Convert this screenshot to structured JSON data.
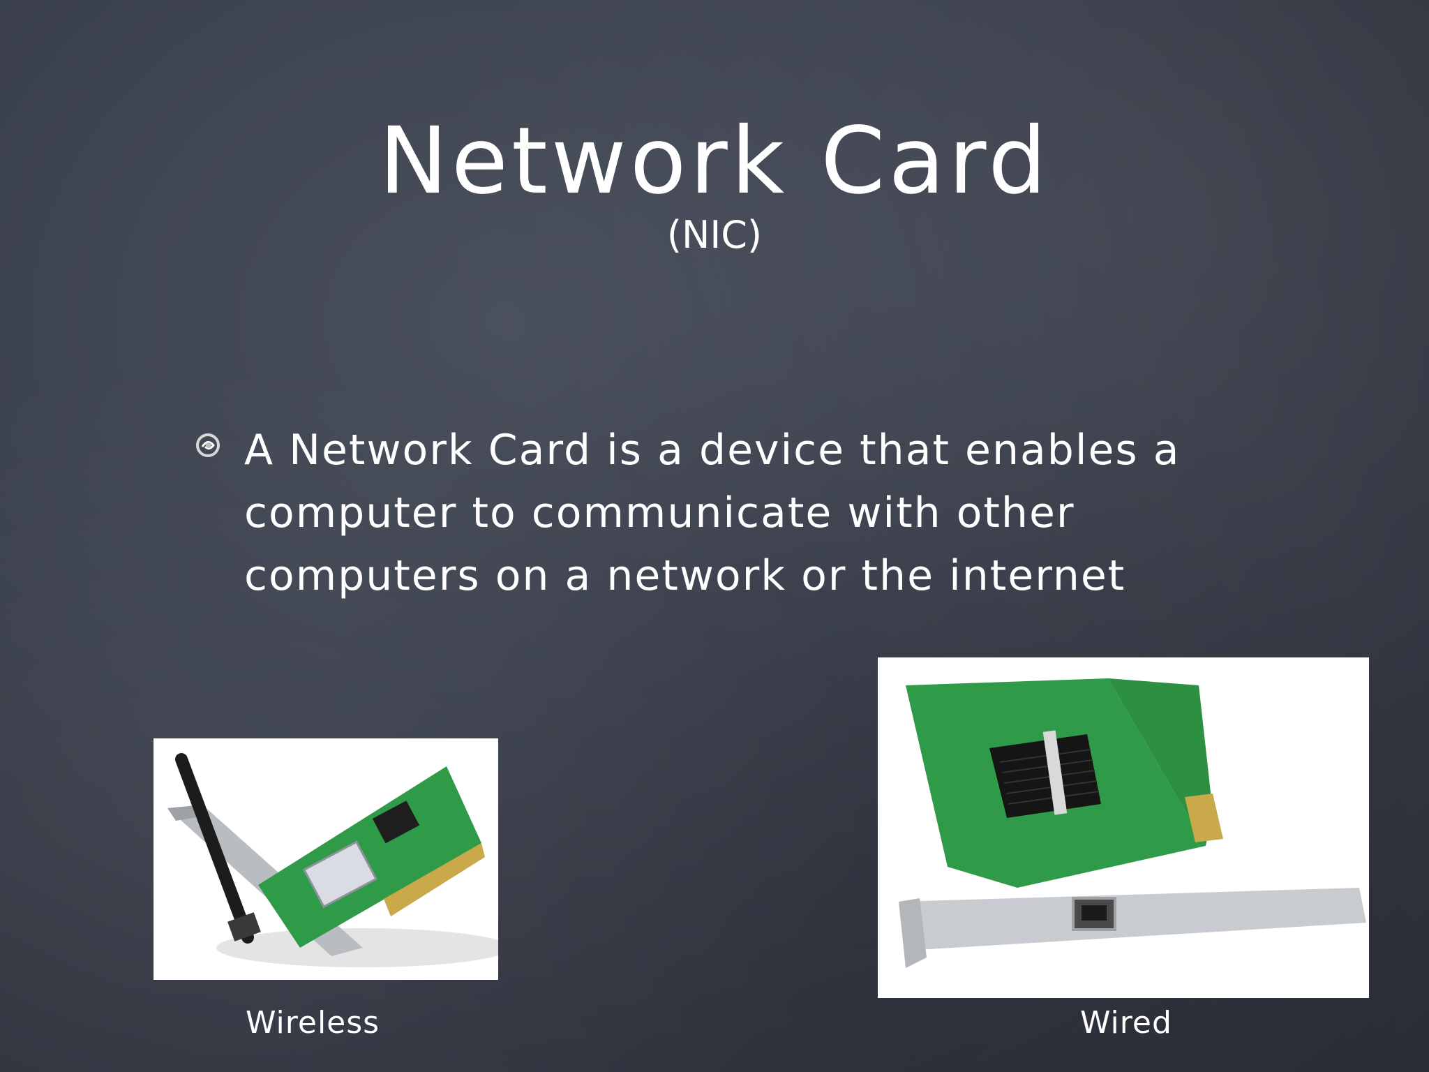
{
  "slide": {
    "title": "Network Card",
    "subtitle": "(NIC)",
    "bullets": [
      {
        "icon": "swirl-bullet-icon",
        "lines": [
          "A Network Card is a device that enables a",
          "computer to communicate with other",
          "computers on a network or the internet"
        ]
      }
    ],
    "images": [
      {
        "icon": "wireless-network-card-image",
        "caption": "Wireless"
      },
      {
        "icon": "wired-network-card-image",
        "caption": "Wired"
      }
    ]
  },
  "colors": {
    "background": "#3d424f",
    "text": "#ffffff",
    "pcb": "#2f9a47"
  }
}
